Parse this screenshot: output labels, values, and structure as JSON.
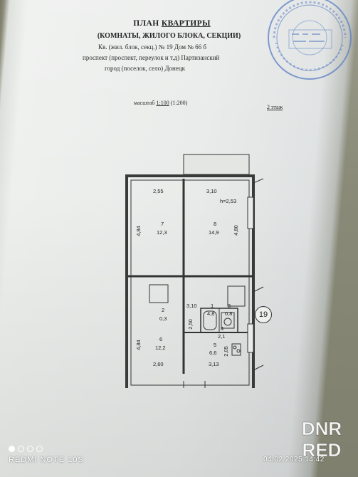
{
  "header": {
    "title_prefix": "ПЛАН ",
    "title_underlined": "КВАРТИРЫ",
    "subtitle": "(КОМНАТЫ, ЖИЛОГО БЛОКА, СЕКЦИИ)",
    "line1": "Кв. (жил. блок, секц.)  № 19    Дом  № 66 б",
    "line2": "проспект (проспект, переулок и т.д)   Партизанский",
    "line3": "город (поселок, село)  Донецк",
    "scale_prefix": "масштаб ",
    "scale_underlined": "1:100",
    "scale_suffix": " (1:200)",
    "floor": "2 этаж"
  },
  "plan": {
    "dims": {
      "top_left": "2,55",
      "top_right": "3,10",
      "left_upper": "4,84",
      "right_upper": "4,80",
      "mid_width": "3,10",
      "hall_depth": "2,50",
      "left_lower": "4,84",
      "bottom_left": "2,60",
      "bottom_right": "3,13",
      "kitchen_side": "2,05",
      "height": "h=2,53"
    },
    "rooms": [
      {
        "num": "7",
        "area": "12,3"
      },
      {
        "num": "8",
        "area": "14,9"
      },
      {
        "num": "1",
        "area": "4,8"
      },
      {
        "num": "3",
        "area": "0,8"
      },
      {
        "num": "2",
        "area": "0,3"
      },
      {
        "num": "4",
        "area": "2,1"
      },
      {
        "num": "6",
        "area": "12,2"
      },
      {
        "num": "5",
        "area": "6,6"
      }
    ],
    "apartment_marker": "19"
  },
  "status_bar": {
    "device": "REDMI NOTE 10S",
    "datetime": "04.02.2025 14:42",
    "dots_filled": 1,
    "dots_total": 4
  },
  "watermark": {
    "line1": "DNR",
    "line2": "RED"
  },
  "colors": {
    "ink": "#222222",
    "stamp": "#5b7fc4",
    "paper": "#eef0ee"
  }
}
